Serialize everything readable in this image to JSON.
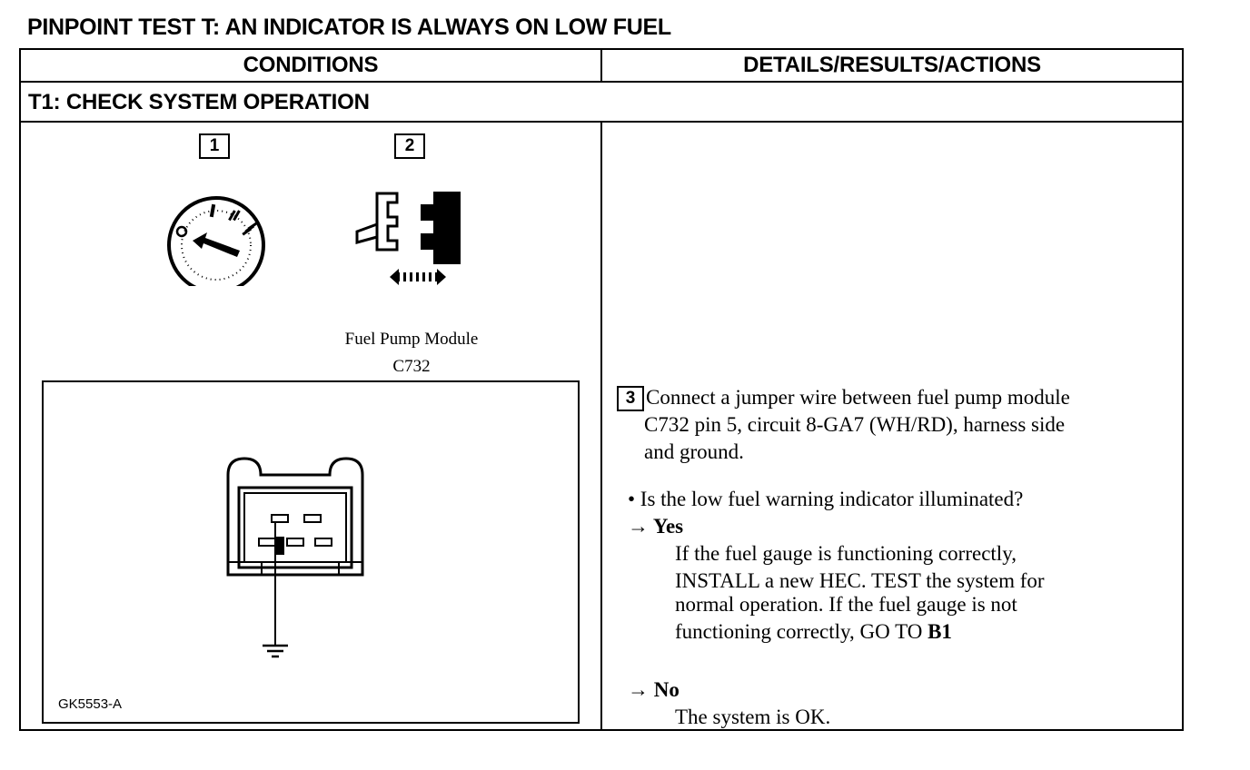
{
  "title": "PINPOINT TEST T: AN INDICATOR IS ALWAYS ON LOW FUEL",
  "table": {
    "col_left_header": "CONDITIONS",
    "col_right_header": "DETAILS/RESULTS/ACTIONS",
    "step_title": "T1: CHECK SYSTEM OPERATION"
  },
  "figures": {
    "step1_number": "1",
    "step2_number": "2",
    "ignition_icon": "ignition-switch-icon",
    "connector_icon": "connector-disconnect-icon",
    "caption_line1": "Fuel Pump Module",
    "caption_line2": "C732",
    "diagram_icon": "connector-jumper-ground-icon",
    "figure_id": "GK5553-A"
  },
  "details": {
    "step3_number": "3",
    "step3_lines": [
      "Connect a jumper wire between fuel pump module",
      "C732 pin 5, circuit 8-GA7 (WH/RD), harness side",
      "and ground."
    ],
    "question": "• Is the low fuel warning indicator illuminated?",
    "yes_label": "→ Yes",
    "yes_lines": [
      "If the fuel gauge is functioning correctly,",
      "INSTALL a new HEC. TEST the system for",
      "normal operation. If the fuel gauge is not"
    ],
    "yes_last_line": "functioning correctly, GO TO ",
    "yes_goto": "B1",
    "no_label": "→ No",
    "no_text": "The system is OK."
  }
}
